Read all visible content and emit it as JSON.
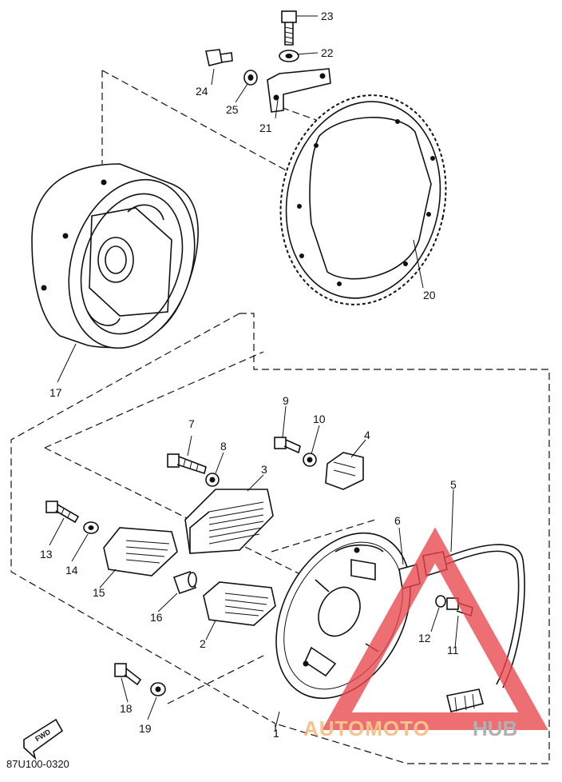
{
  "diagram": {
    "part_numbers": [
      "1",
      "2",
      "3",
      "4",
      "5",
      "6",
      "7",
      "8",
      "9",
      "10",
      "11",
      "12",
      "13",
      "14",
      "15",
      "16",
      "17",
      "18",
      "19",
      "20",
      "21",
      "22",
      "23",
      "24",
      "25"
    ],
    "drawing_code": "87U100-0320",
    "direction_marker": "FWD",
    "watermark": "AUTOMOTOHUB",
    "colors": {
      "line": "#111111",
      "background": "#ffffff",
      "watermark_red": "#e8474b",
      "watermark_orange": "#f6b26b"
    }
  }
}
